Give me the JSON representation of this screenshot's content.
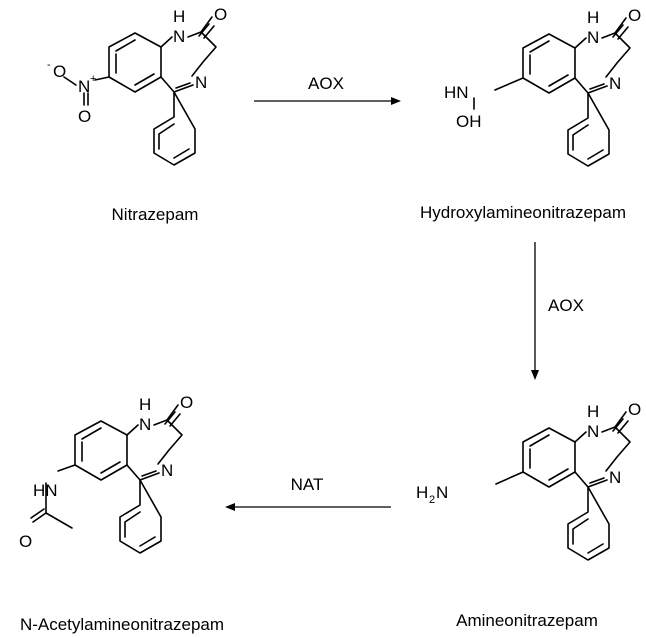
{
  "compounds": {
    "nitrazepam": "Nitrazepam",
    "hydroxylamine": "Hydroxylamineonitrazepam",
    "amine": "Amineonitrazepam",
    "acetylamine": "N-Acetylamineonitrazepam"
  },
  "enzymes": {
    "step1": "AOX",
    "step2": "AOX",
    "step3": "NAT"
  },
  "atoms": {
    "H": "H",
    "N": "N",
    "O": "O",
    "HN": "HN",
    "OH": "OH",
    "H2N_H": "H",
    "H2N_sub": "2",
    "H2N_N": "N",
    "nitro_minus": "-",
    "nitro_plus": "+"
  }
}
